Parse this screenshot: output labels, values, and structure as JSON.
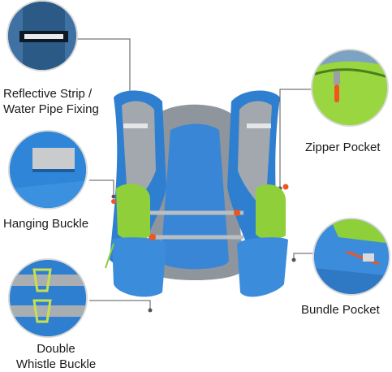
{
  "image": {
    "description_icon": "hydration-vest-backpack-photo",
    "colors": {
      "vest_blue": "#2f7fd0",
      "mesh_gray": "#9aa1a8",
      "lime_green": "#8fcf3a",
      "accent_orange": "#f0551e",
      "leader_line": "#555555"
    }
  },
  "callouts": {
    "reflective": {
      "line1": "Reflective Strip /",
      "line2": "Water Pipe Fixing"
    },
    "zipper": {
      "label": "Zipper Pocket"
    },
    "hanging": {
      "label": "Hanging Buckle"
    },
    "bundle": {
      "label": "Bundle Pocket"
    },
    "whistle": {
      "line1": "Double",
      "line2": "Whistle Buckle"
    }
  }
}
